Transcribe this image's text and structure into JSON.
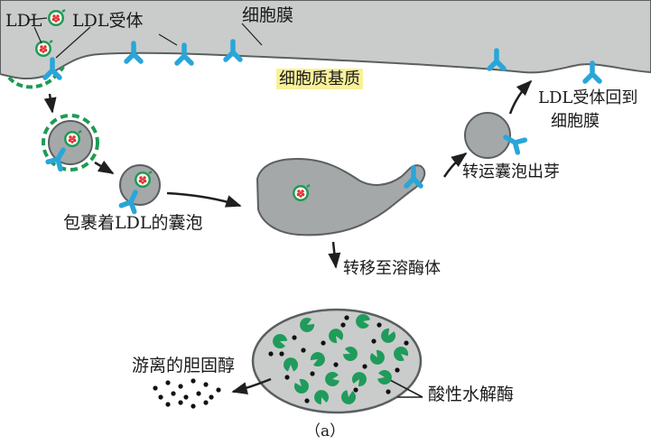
{
  "labels": {
    "ldl": "LDL",
    "ldl_receptor": "LDL受体",
    "plasma_membrane": "细胞膜",
    "cytoplasm_matrix": "细胞质基质",
    "receptor_return_line1": "LDL受体回到",
    "receptor_return_line2": "细胞膜",
    "coated_vesicle": "包裹着LDL的囊泡",
    "transport_vesicle_budding": "转运囊泡出芽",
    "to_lysosome": "转移至溶酶体",
    "free_cholesterol": "游离的胆固醇",
    "acid_hydrolase": "酸性水解酶",
    "panel": "（a）"
  },
  "colors": {
    "membrane_fill": "#c9cccb",
    "organelle_fill": "#a5a8a8",
    "outline": "#5b5f61",
    "receptor": "#29a6d9",
    "ldl_green": "#1e9b55",
    "ldl_red": "#e23230",
    "enzyme": "#1f9b5b",
    "highlight": "#f9f199",
    "arrow": "#1f1f1f"
  },
  "icons": [
    "ldl-particle-icon",
    "ldl-receptor-icon",
    "acid-hydrolase-icon",
    "cholesterol-dot-icon"
  ]
}
